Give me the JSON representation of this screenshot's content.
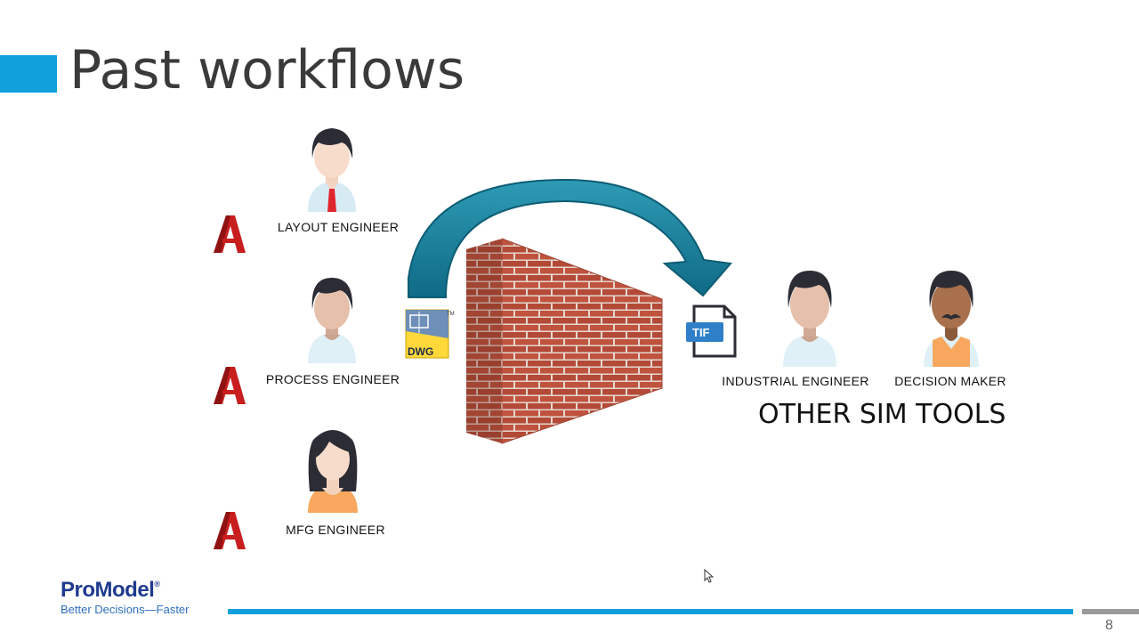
{
  "slide": {
    "title": "Past workflows",
    "page_number": "8"
  },
  "roles": {
    "layout": "LAYOUT ENGINEER",
    "process": "PROCESS ENGINEER",
    "mfg": "MFG ENGINEER",
    "industrial": "INDUSTRIAL ENGINEER",
    "decision": "DECISION MAKER"
  },
  "labels": {
    "other_tools": "OTHER SIM TOOLS",
    "dwg": "DWG",
    "tif": "TIF",
    "tm": "TM",
    "autocad_letter": "A"
  },
  "branding": {
    "logo": "ProModel",
    "registered": "®",
    "tagline": "Better Decisions—Faster"
  },
  "colors": {
    "accent": "#10a0dc",
    "arrow": "#1f7f99",
    "brick": "#b8503e",
    "autocad_red": "#c81e1e"
  }
}
